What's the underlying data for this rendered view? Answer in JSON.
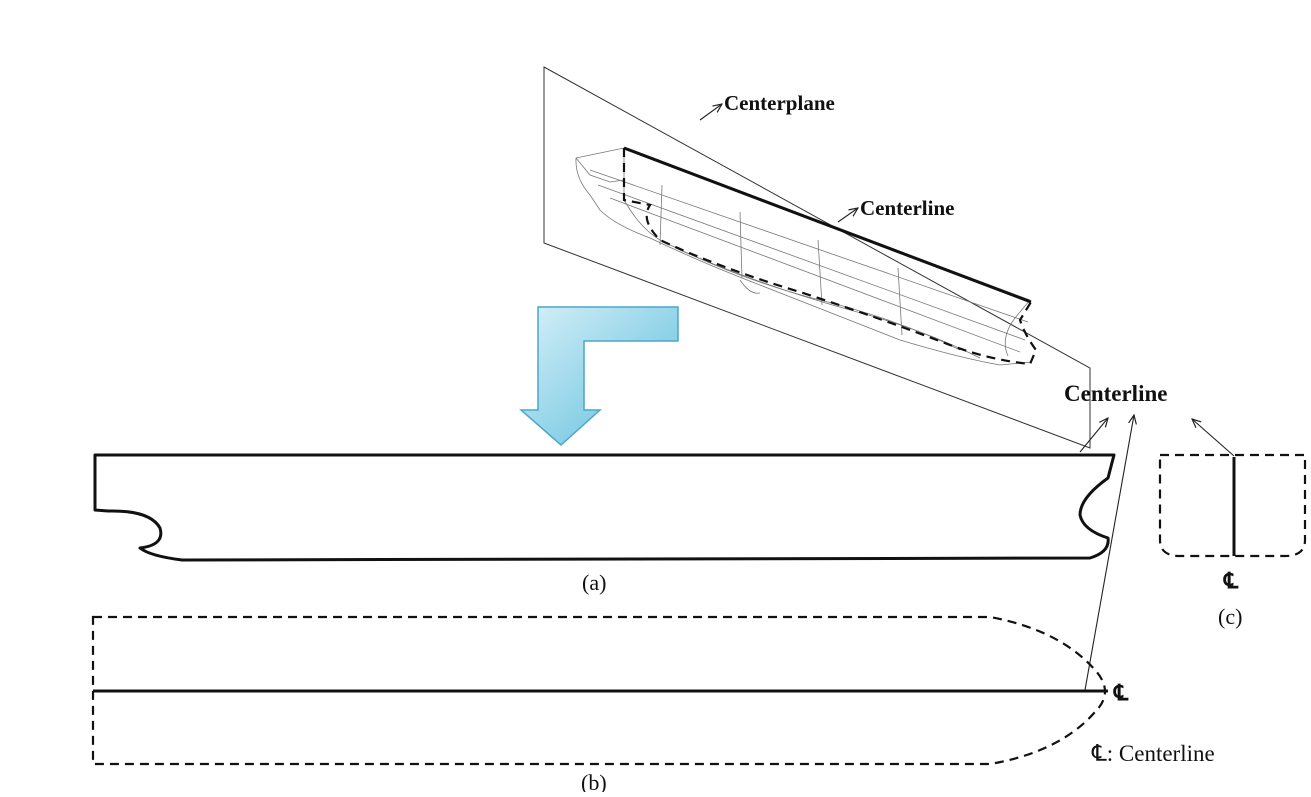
{
  "labels": {
    "centerplane": "Centerplane",
    "centerline_top": "Centerline",
    "centerline_right": "Centerline",
    "cl_symbol_b": "℄",
    "cl_symbol_c": "℄",
    "cl_legend": "℄: Centerline",
    "caption_a": "(a)",
    "caption_b": "(b)",
    "caption_c": "(c)"
  },
  "colors": {
    "arrow_fill_light": "#d6f0f8",
    "arrow_fill_dark": "#5bbcdc",
    "arrow_stroke": "#4aa7c8"
  }
}
